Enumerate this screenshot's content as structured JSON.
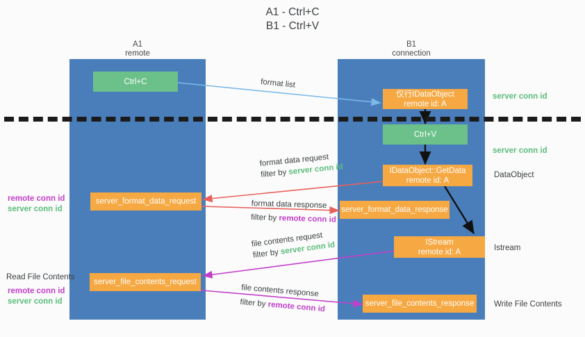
{
  "title": "A1 - Ctrl+C\nB1 - Ctrl+V",
  "lanes": [
    {
      "name": "A1",
      "sub": "remote",
      "header": "A1\nremote"
    },
    {
      "name": "B1",
      "sub": "connection",
      "header": "B1\nconnection"
    }
  ],
  "nodes": {
    "ctrl_c": "Ctrl+C",
    "data_object_remote": "仅行IDataObject\nremote id: A",
    "ctrl_v": "Ctrl+V",
    "getdata": "IDataObject::GetData\nremote id: A",
    "server_format_data_request": "server_format_data_request",
    "server_format_data_response": "server_format_data_response",
    "istream": "IStream\nremote id: A",
    "server_file_contents_request": "server_file_contents_request",
    "server_file_contents_response": "server_file_contents_response"
  },
  "edges": {
    "format_list": "format list",
    "format_data_request": "format data request",
    "format_data_request_filter_prefix": "filter by ",
    "format_data_request_filter_key": "server conn id",
    "format_data_response": "format data response",
    "format_data_response_filter_prefix": "filter by ",
    "format_data_response_filter_key": "remote conn id",
    "file_contents_request": "file contents request",
    "file_contents_request_filter_prefix": "filter by ",
    "file_contents_request_filter_key": "server conn id",
    "file_contents_response": "file contents response",
    "file_contents_response_filter_prefix": "filter by ",
    "file_contents_response_filter_key": "remote conn id"
  },
  "annotations": {
    "right_server_conn_id_top": "server conn id",
    "right_server_conn_id_mid": "server conn id",
    "right_dataobject": "DataObject",
    "right_istream": "Istream",
    "right_write_file_contents": "Write File Contents",
    "left_read_file_contents": "Read File Contents",
    "left_remote_conn_id_1": "remote conn id",
    "left_server_conn_id_1": "server conn id",
    "left_remote_conn_id_2": "remote conn id",
    "left_server_conn_id_2": "server conn id"
  },
  "colors": {
    "lane": "#4a7ebb",
    "green_node": "#6cc18a",
    "orange_node": "#f6a842",
    "green_text": "#5bbd7b",
    "magenta_text": "#c13fc9",
    "light_blue_arrow": "#7cb9e8",
    "red_arrow": "#e8605a",
    "magenta_arrow": "#c13fc9",
    "black_arrow": "#111111",
    "background": "#fbfbfb"
  }
}
